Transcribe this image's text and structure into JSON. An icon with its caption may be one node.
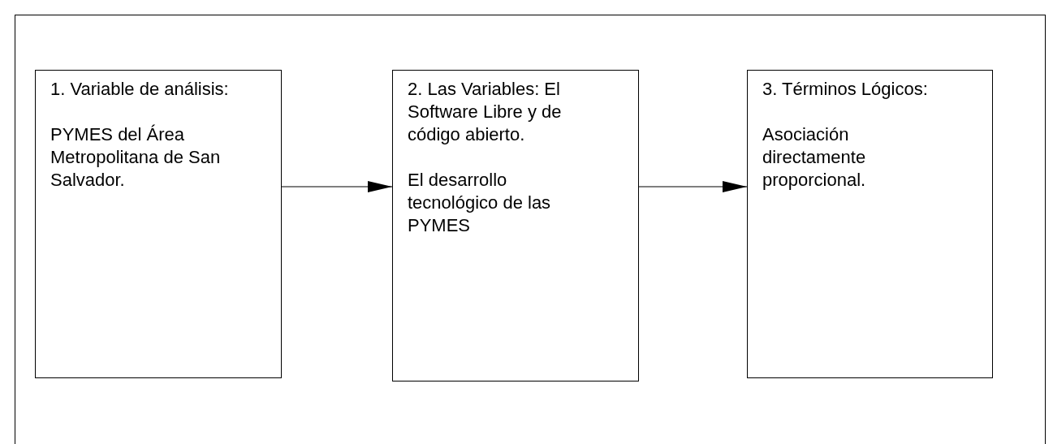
{
  "diagram": {
    "nodes": [
      {
        "text": [
          "1. Variable de análisis:",
          "PYMES del Área Metropolitana de San Salvador."
        ]
      },
      {
        "text": [
          "2. Las Variables: El Software Libre y de código abierto.",
          "El desarrollo tecnológico de las PYMES"
        ]
      },
      {
        "text": [
          "3. Términos Lógicos:",
          "Asociación directamente proporcional."
        ]
      }
    ],
    "edges": [
      {
        "from": 0,
        "to": 1,
        "arrow": "to"
      },
      {
        "from": 1,
        "to": 2,
        "arrow": "to"
      }
    ]
  }
}
